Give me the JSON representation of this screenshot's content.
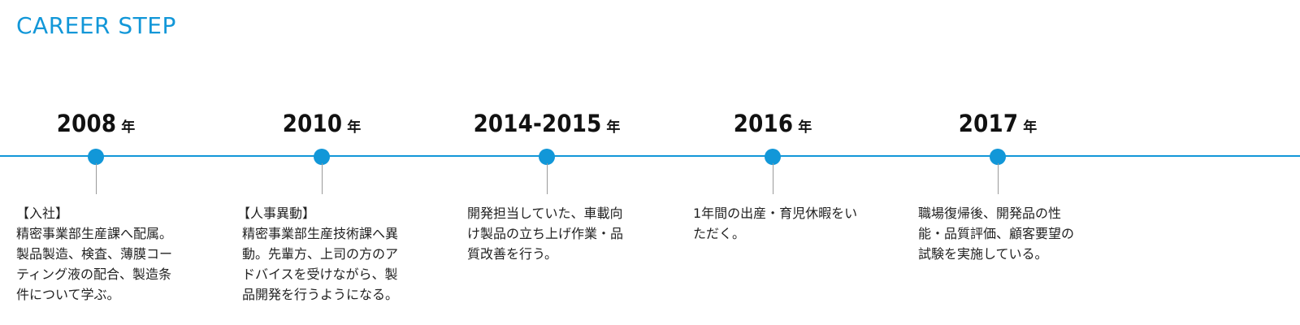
{
  "header": {
    "title": "CAREER STEP"
  },
  "milestones": [
    {
      "year": "2008",
      "unit": "年",
      "heading": "【入社】",
      "text": "精密事業部生産課へ配属。製品製造、検査、薄膜コーティング液の配合、製造条件について学ぶ。"
    },
    {
      "year": "2010",
      "unit": "年",
      "heading": "【人事異動】",
      "text": "精密事業部生産技術課へ異動。先輩方、上司の方のアドバイスを受けながら、製品開発を行うようになる。"
    },
    {
      "year": "2014-2015",
      "unit": "年",
      "heading": "",
      "text": "開発担当していた、車載向け製品の立ち上げ作業・品質改善を行う。"
    },
    {
      "year": "2016",
      "unit": "年",
      "heading": "",
      "text": "1年間の出産・育児休暇をいただく。"
    },
    {
      "year": "2017",
      "unit": "年",
      "heading": "",
      "text": "職場復帰後、開発品の性能・品質評価、顧客要望の試験を実施している。"
    }
  ],
  "colors": {
    "accent": "#1297d8",
    "text": "#222222",
    "stem": "#9a9a9a"
  }
}
